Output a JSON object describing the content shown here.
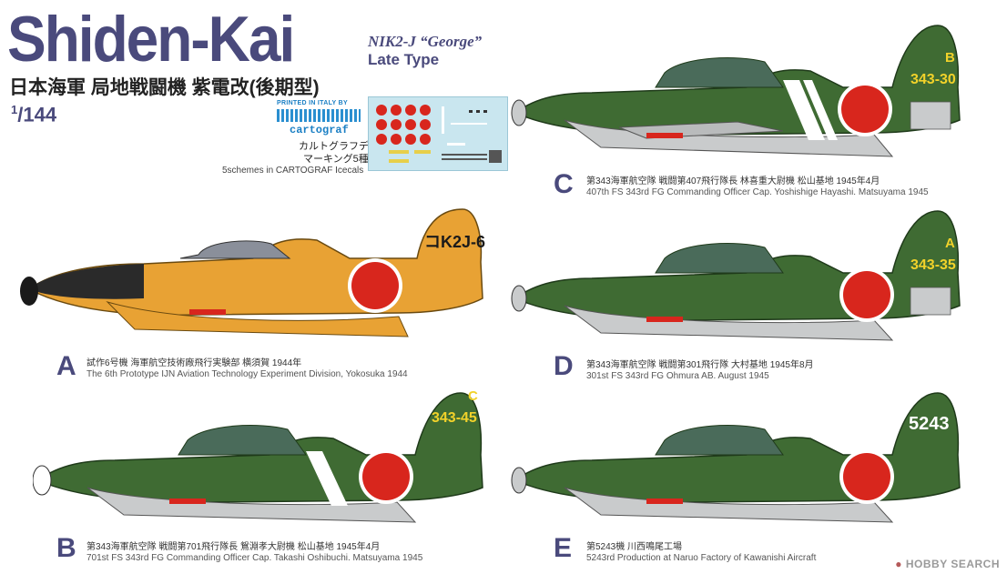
{
  "header": {
    "title": "Shiden-Kai",
    "model": "NIK2-J “George”",
    "type": "Late Type",
    "jp_title": "日本海軍 局地戦闘機 紫電改(後期型)",
    "scale_num": "1",
    "scale_den": "144"
  },
  "decal": {
    "printed": "PRINTED IN ITALY BY",
    "brand": "cartograf",
    "jp_line1": "カルトグラフデカール",
    "jp_line2": "マーキング5種入",
    "note": "5schemes in CARTOGRAF Icecals"
  },
  "colors": {
    "green": "#3f6b33",
    "orange": "#e8a234",
    "hinomaru": "#d8261d",
    "grey": "#c9cbcc",
    "letter": "#4a4a7c",
    "marking_yellow": "#f2d22a"
  },
  "schemes": [
    {
      "letter": "A",
      "code": "コK2J-6",
      "color": "orange",
      "jp": "試作6号機 海軍航空技術廠飛行実験部 横須賀 1944年",
      "en": "The 6th Prototype IJN Aviation Technology Experiment Division, Yokosuka 1944"
    },
    {
      "letter": "B",
      "code": "343-45",
      "tail": "C",
      "color": "green",
      "jp": "第343海軍航空隊 戦闘第701飛行隊長 鴛淵孝大尉機 松山基地 1945年4月",
      "en": "701st FS 343rd FG Commanding Officer Cap. Takashi Oshibuchi.  Matsuyama 1945"
    },
    {
      "letter": "C",
      "code": "343-30",
      "tail": "B",
      "color": "green",
      "jp": "第343海軍航空隊 戦闘第407飛行隊長 林喜重大尉機 松山基地 1945年4月",
      "en": "407th FS 343rd FG Commanding Officer Cap. Yoshishige Hayashi.  Matsuyama 1945"
    },
    {
      "letter": "D",
      "code": "343-35",
      "tail": "A",
      "color": "green",
      "jp": "第343海軍航空隊 戦闘第301飛行隊 大村基地 1945年8月",
      "en": "301st FS 343rd FG Ohmura AB. August 1945"
    },
    {
      "letter": "E",
      "code": "5243",
      "color": "green",
      "jp": "第5243機 川西鳴尾工場",
      "en": "5243rd Production at Naruo Factory of Kawanishi Aircraft"
    }
  ],
  "watermark": "HOBBY SEARCH"
}
